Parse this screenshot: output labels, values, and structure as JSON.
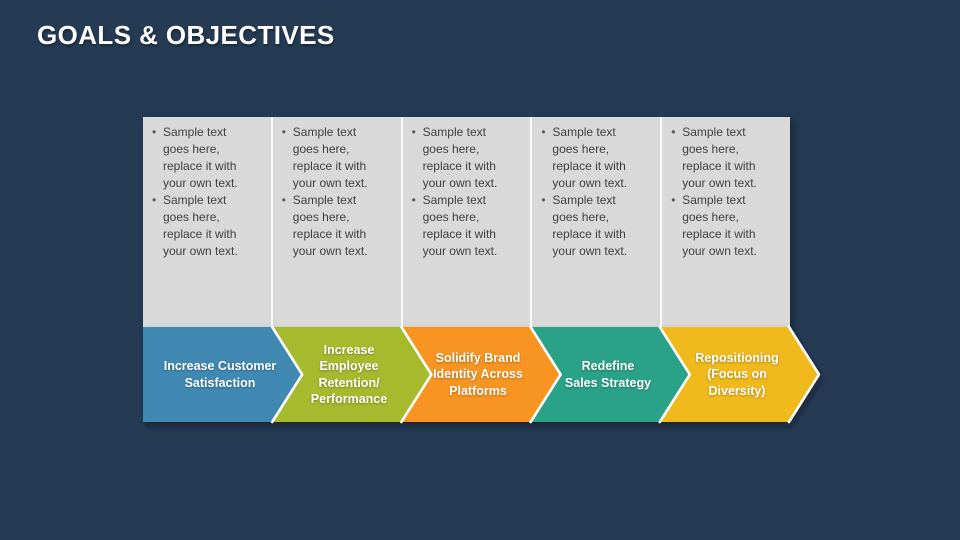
{
  "slide": {
    "title": "GOALS & OBJECTIVES",
    "background_color": "#253B54",
    "title_color": "#FFFFFF"
  },
  "columns": [
    {
      "bullets": [
        "Sample text\ngoes here,\nreplace it with\nyour own text.",
        "Sample text\ngoes here,\nreplace it with\nyour own text."
      ]
    },
    {
      "bullets": [
        "Sample text\ngoes here,\nreplace it with\nyour own text.",
        "Sample text\ngoes here,\nreplace it with\nyour own text."
      ]
    },
    {
      "bullets": [
        "Sample text\ngoes here,\nreplace it with\nyour own text.",
        "Sample text\ngoes here,\nreplace it with\nyour own text."
      ]
    },
    {
      "bullets": [
        "Sample text\ngoes here,\nreplace it with\nyour own text.",
        "Sample text\ngoes here,\nreplace it with\nyour own text."
      ]
    },
    {
      "bullets": [
        "Sample text\ngoes here,\nreplace it with\nyour own text.",
        "Sample text\ngoes here,\nreplace it with\nyour own text."
      ]
    }
  ],
  "arrows": [
    {
      "label": "Increase Customer\nSatisfaction",
      "color": "#4189B2"
    },
    {
      "label": "Increase\nEmployee\nRetention/\nPerformance",
      "color": "#A6BA2F"
    },
    {
      "label": "Solidify Brand\nIdentity Across\nPlatforms",
      "color": "#F89522"
    },
    {
      "label": "Redefine\nSales Strategy",
      "color": "#2AA287"
    },
    {
      "label": "Repositioning\n(Focus on\nDiversity)",
      "color": "#F0BA1F"
    }
  ],
  "box_color": "#D9D9D9",
  "bullet_text_color": "#3F3F3F"
}
